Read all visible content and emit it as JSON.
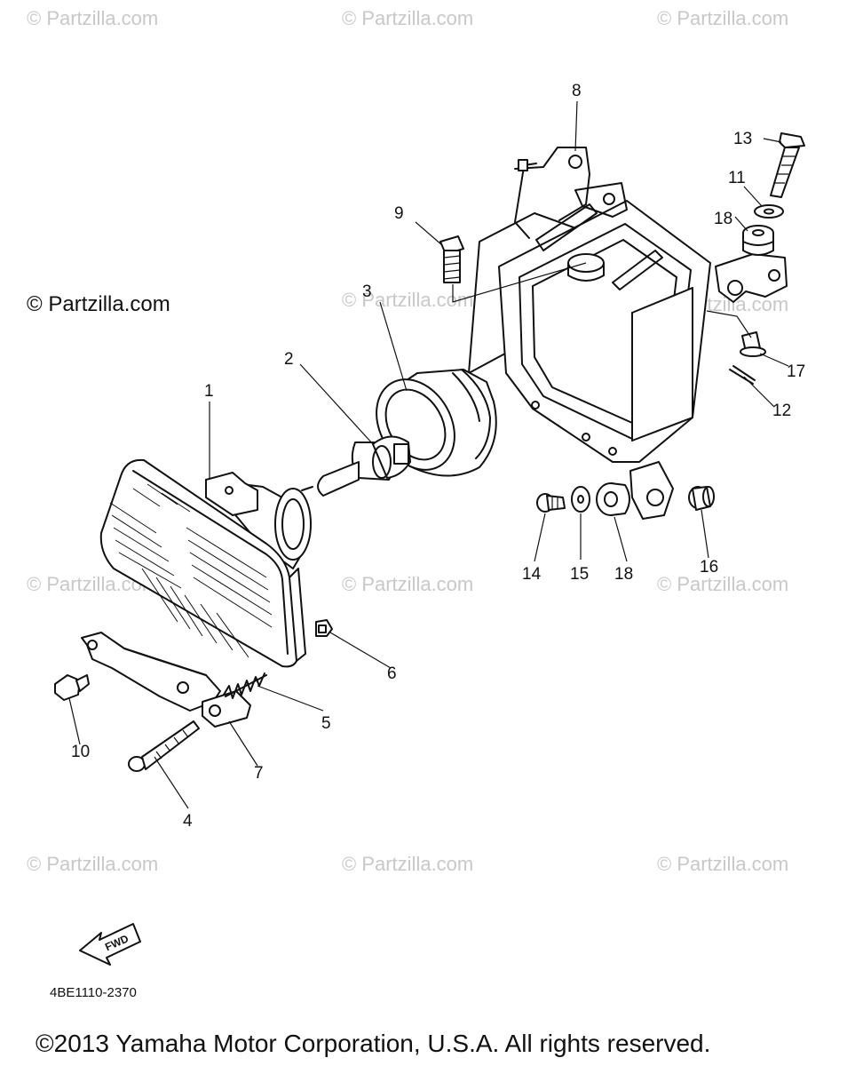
{
  "watermarks": {
    "small": "© Partzilla.com",
    "large": "© Partzilla.com"
  },
  "callouts": {
    "c1": "1",
    "c2": "2",
    "c3": "3",
    "c4": "4",
    "c5": "5",
    "c6": "6",
    "c7": "7",
    "c8": "8",
    "c9": "9",
    "c10": "10",
    "c11": "11",
    "c12": "12",
    "c13": "13",
    "c14": "14",
    "c15": "15",
    "c16": "16",
    "c17": "17",
    "c18a": "18",
    "c18b": "18"
  },
  "fwd_label": "FWD",
  "diagram_code": "4BE1110-2370",
  "copyright": "©2013 Yamaha Motor Corporation, U.S.A. All rights reserved."
}
